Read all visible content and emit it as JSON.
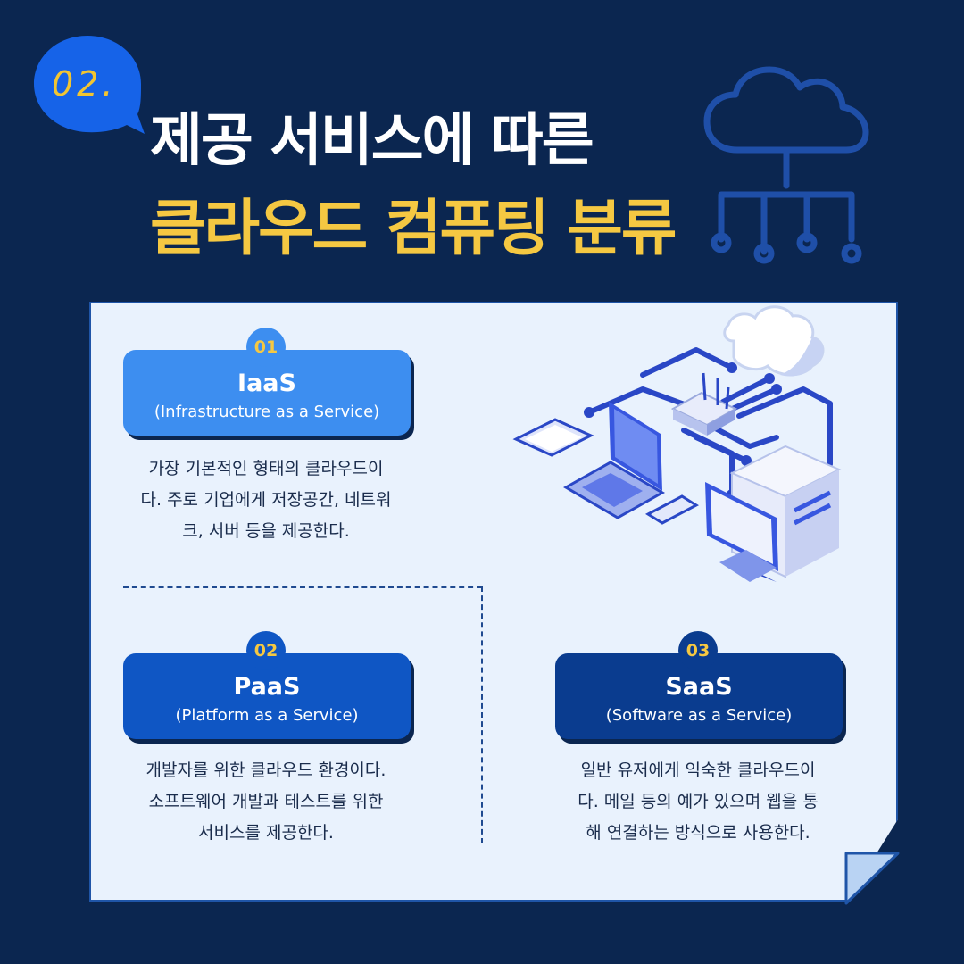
{
  "badge": {
    "text": "02."
  },
  "title": {
    "line1": "제공 서비스에 따른",
    "line2": "클라우드 컴퓨팅 분류"
  },
  "colors": {
    "background": "#0b2650",
    "accent_yellow": "#f5c842",
    "iaas_card": "#3d8ef0",
    "paas_card": "#0f56c4",
    "saas_card": "#0a3c8f",
    "panel": "#e9f2fd"
  },
  "icons": {
    "header": "cloud-network-icon",
    "illustration": "cloud-devices-network-illustration"
  },
  "sections": [
    {
      "number": "01",
      "name": "IaaS",
      "full_name": "(Infrastructure as a Service)",
      "description": [
        "가장 기본적인 형태의 클라우드이",
        "다. 주로 기업에게 저장공간, 네트워",
        "크, 서버 등을 제공한다."
      ]
    },
    {
      "number": "02",
      "name": "PaaS",
      "full_name": "(Platform as a Service)",
      "description": [
        "개발자를 위한 클라우드 환경이다.",
        "소프트웨어 개발과 테스트를 위한",
        "서비스를 제공한다."
      ]
    },
    {
      "number": "03",
      "name": "SaaS",
      "full_name": "(Software as a Service)",
      "description": [
        "일반 유저에게 익숙한 클라우드이",
        "다. 메일 등의 예가 있으며 웹을 통",
        "해 연결하는 방식으로 사용한다."
      ]
    }
  ]
}
